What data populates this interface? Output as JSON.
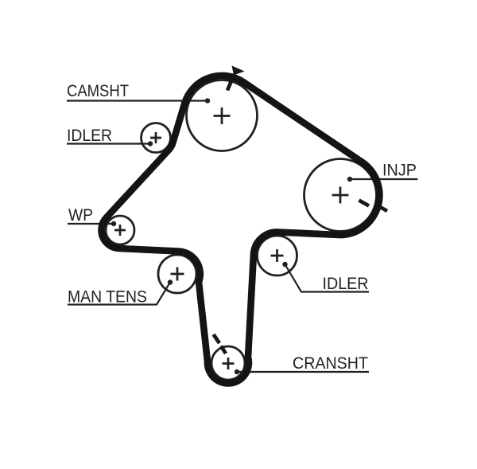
{
  "diagram": {
    "kind": "timing-belt-routing-diagram",
    "background_color": "#ffffff",
    "line_color": "#231f20",
    "belt_color": "#141414",
    "icons": {
      "rotation_direction": "right-pointing-triangle",
      "timing_marks": "dashed-radial-ticks",
      "pulley_centers": "plus-cross"
    }
  },
  "pulleys": [
    {
      "id": "camshaft",
      "label": "CAMSHT"
    },
    {
      "id": "idler-upper-left",
      "label": "IDLER"
    },
    {
      "id": "water-pump",
      "label": "WP"
    },
    {
      "id": "manual-tensioner",
      "label": "MAN TENS"
    },
    {
      "id": "crankshaft",
      "label": "CRANSHT"
    },
    {
      "id": "idler-lower-right",
      "label": "IDLER"
    },
    {
      "id": "injection-pump",
      "label": "INJP"
    }
  ]
}
